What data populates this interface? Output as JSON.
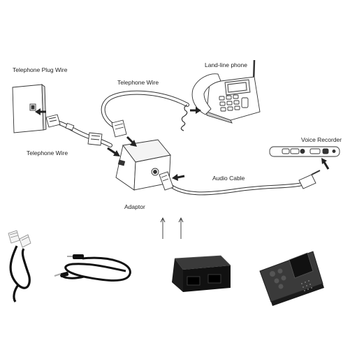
{
  "labels": {
    "telephone_plug_wire": "Telephone Plug Wire",
    "telephone_wire_top": "Telephone Wire",
    "land_line_phone": "Land-line phone",
    "telephone_wire_left": "Telephone Wire",
    "adaptor": "Adaptor",
    "audio_cable": "Audio Cable",
    "voice_recorder": "Voice Recorder"
  },
  "colors": {
    "line": "#333333",
    "cable_fill": "#ffffff",
    "product_dark": "#1c1c1c",
    "recorder_body": "#3a3a3a",
    "recorder_screen": "#111111"
  },
  "icons": {
    "wall_socket": "wall-socket-icon",
    "phone": "landline-phone-icon",
    "adaptor": "adaptor-icon",
    "recorder": "voice-recorder-icon"
  }
}
